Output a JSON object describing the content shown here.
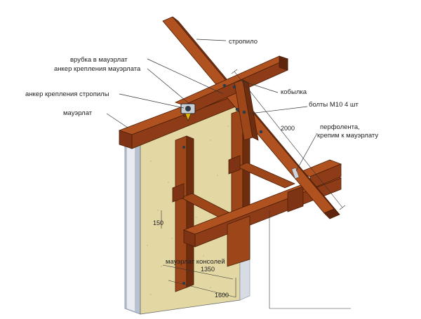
{
  "colors": {
    "timber_top": "#b0521f",
    "timber_side": "#7e3414",
    "timber_dark": "#5f260d",
    "wall_face": "#e3d7a3",
    "wall_side": "#d7dbe3",
    "plaster": "#b9c3d0",
    "bolt": "#2f3a44",
    "leader": "#333333"
  },
  "labels": {
    "rafter": "стропило",
    "notch": "врубка в мауэрлат",
    "mauerlat_anchor": "анкер крепления мауэрлата",
    "rafter_anchor": "анкер крепления стропилы",
    "mauerlat": "мауэрлат",
    "kobylka": "кобылка",
    "bolts": "болты М10 4 шт",
    "tape_line1": "перфолента,",
    "tape_line2": "крепим к мауэрлату",
    "console_mauerlat": "мауэрлат консолей"
  },
  "dimensions": {
    "d2000": "2000",
    "d150": "150",
    "d1350": "1350",
    "d1600": "1600"
  },
  "icons": {
    "anchor": "anchor-bracket-icon",
    "bolt": "bolt-head-icon"
  }
}
